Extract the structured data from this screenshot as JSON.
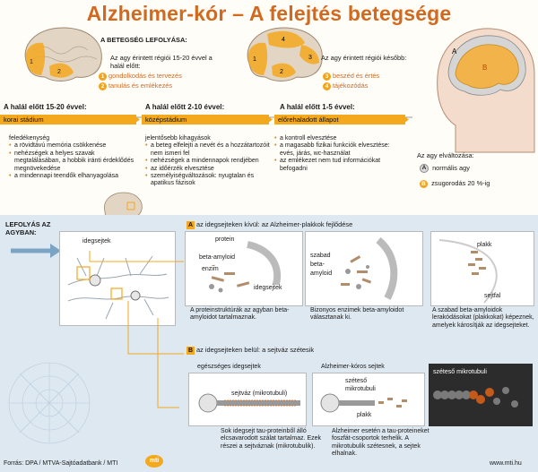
{
  "title": "Alzheimer-kór – A felejtés betegsége",
  "progression": {
    "heading": "A BETEGSÉG LEFOLYÁSA:",
    "early_regions_intro": "Az agy érintett régiói 15-20 évvel a halál előtt:",
    "early_regions": [
      {
        "num": "1",
        "label": "gondolkodás és tervezés"
      },
      {
        "num": "2",
        "label": "tanulás és emlékezés"
      }
    ],
    "late_regions_intro": "Az agy érintett régiói később:",
    "late_regions": [
      {
        "num": "3",
        "label": "beszéd és értés"
      },
      {
        "num": "4",
        "label": "tájékozódás"
      }
    ],
    "stages": [
      {
        "timing": "A halál előtt 15-20 évvel:",
        "stage": "korai stádium",
        "items": [
          "feledékenység",
          "a rövidtávú memória csökkenése",
          "nehézségek a helyes szavak megtalálásában, a hobbik iránti érdeklődés megnövekedése",
          "a mindennapi teendők elhanyagolása"
        ]
      },
      {
        "timing": "A halál előtt 2-10 évvel:",
        "stage": "középstádium",
        "items": [
          "jelentősebb kihagyások",
          "a beteg elfelejti a nevét és a hozzátartozóit nem ismeri fel",
          "nehézségek a mindennapok rendjében",
          "az időérzék elvesztése",
          "személyiségváltozások: nyugtalan és apatikus fázisok"
        ]
      },
      {
        "timing": "A halál előtt 1-5 évvel:",
        "stage": "előrehaladott állapot",
        "items": [
          "a kontroll elvesztése",
          "a magasabb fizikai funkciók elvesztése: evés, járás, wc-használat",
          "az emlékezet nem tud információkat befogadni"
        ]
      }
    ],
    "brain_change": {
      "heading": "Az agy elváltozása:",
      "items": [
        {
          "key": "A",
          "label": "normális agy"
        },
        {
          "key": "B",
          "label": "zsugorodás 20 %-ig"
        }
      ]
    },
    "head_labels": [
      "A",
      "B"
    ]
  },
  "brain_course": {
    "heading": "LEFOLYÁS AZ AGYBAN:",
    "neuron_label": "idegsejtek",
    "section_a": {
      "key": "A",
      "title": "az idegsejteken kívül: az Alzheimer-plakkok fejlődése",
      "labels": {
        "protein": "protein",
        "beta_amyloid": "beta-amyloid",
        "enzyme": "enzim",
        "neurons": "idegsejtek",
        "free": "szabad",
        "free_beta": "beta-",
        "free_amyloid": "amyloid",
        "plaque": "plakk",
        "cell_wall": "sejtfal"
      },
      "captions": [
        "A proteinstruktúrák az agyban beta-amyloidot tartalmaznak.",
        "Bizonyos enzimek beta-amyloidot választanak ki.",
        "A szabad beta-amyloidok lerakódásokat (plakkokat) képeznek, amelyek károsítják az idegsejteket."
      ]
    },
    "section_b": {
      "key": "B",
      "title": "az idegsejteken belül: a sejtváz szétesik",
      "labels": {
        "healthy": "egészséges idegsejtek",
        "microtubule": "sejtváz (mikrotubuli)",
        "alz": "Alzheimer-kóros sejtek",
        "disintegrating": "széteső",
        "disintegrating_mt": "mikrotubuli",
        "disintegrating_mt2": "széteső mikrotubuli",
        "plaque": "plakk"
      },
      "captions": [
        "Sok idegsejt tau-proteinből álló elcsavarodott szálat tartalmaz. Ezek részei a sejtváznak (mikrotubulik).",
        "Alzheimer esetén a tau-proteineket foszfát-csoportok terhelik. A mikrotubulik szétesnek, a sejtek elhalnak."
      ]
    }
  },
  "footer": {
    "source": "Forrás: DPA / MTVA-Sajtóadatbank / MTI",
    "logo": "mti",
    "url": "www.mti.hu"
  },
  "colors": {
    "accent": "#f4a81e",
    "title": "#d2691e",
    "panel_bg": "#dde8f1"
  }
}
